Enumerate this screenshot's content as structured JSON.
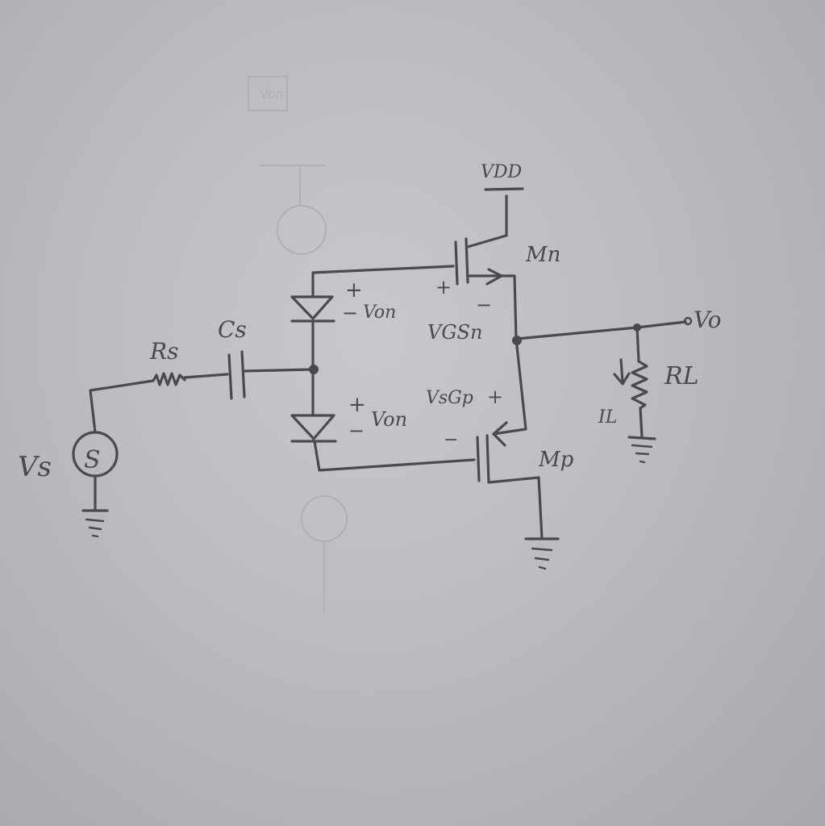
{
  "labels": {
    "vdd": "VDD",
    "mn": "Mn",
    "mp": "Mp",
    "vo": "Vo",
    "rl": "RL",
    "il": "IL",
    "rs": "Rs",
    "cs": "Cs",
    "vs": "Vs",
    "source_symbol": "S",
    "von_top": "Von",
    "von_bottom": "Von",
    "vgsn": "VGSn",
    "vsgp": "VsGp",
    "plus": "+",
    "minus": "−",
    "ghost_von": "Von"
  }
}
